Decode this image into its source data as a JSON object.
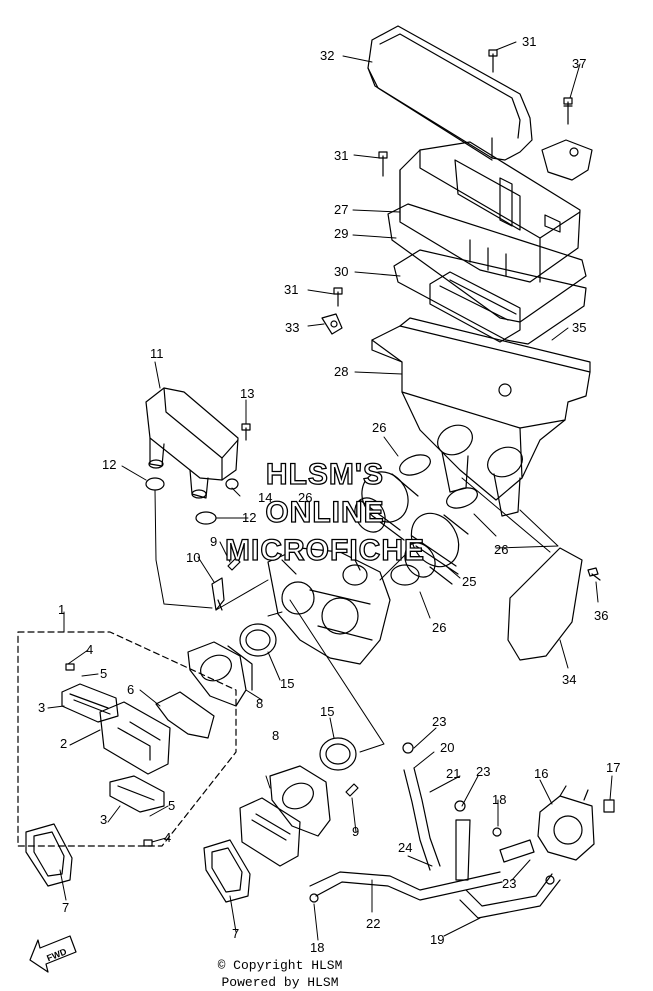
{
  "watermark": {
    "line1": "HLSM'S",
    "line2": "ONLINE",
    "line3": "MICROFICHE"
  },
  "footer": {
    "copyright": "© Copyright HLSM",
    "powered": "Powered by HLSM"
  },
  "fwd_badge": "FWD",
  "callouts": [
    "1",
    "2",
    "3",
    "4",
    "5",
    "6",
    "7",
    "8",
    "9",
    "10",
    "11",
    "12",
    "13",
    "14",
    "15",
    "16",
    "17",
    "18",
    "19",
    "20",
    "21",
    "22",
    "23",
    "24",
    "25",
    "26",
    "27",
    "28",
    "29",
    "30",
    "31",
    "32",
    "33",
    "34",
    "35",
    "36",
    "37"
  ]
}
